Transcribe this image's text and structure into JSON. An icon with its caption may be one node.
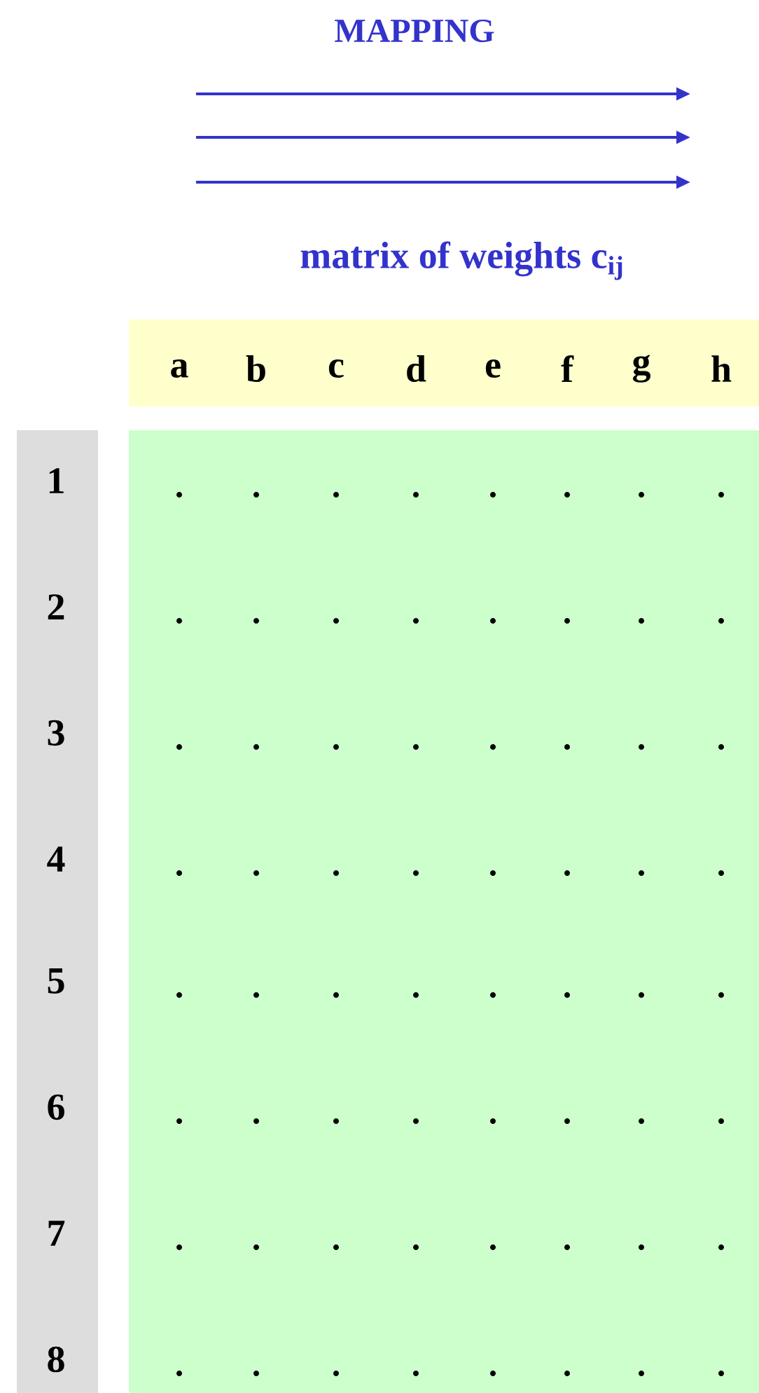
{
  "diagram": {
    "title": "MAPPING",
    "nodes": [
      {
        "text": [
          "a",
          "b",
          "c",
          "d",
          "e",
          "f",
          "g",
          "h"
        ]
      },
      {
        "text": [
          "1",
          "2",
          "3",
          "4",
          "5",
          "6",
          "7",
          "8"
        ]
      }
    ],
    "labels": [
      "matrix of weights c$_{ij}$"
    ]
  }
}
